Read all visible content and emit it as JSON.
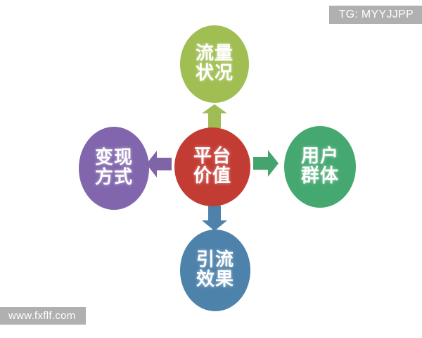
{
  "diagram": {
    "background_color": "#ffffff",
    "center": {
      "label_line1": "平台",
      "label_line2": "价值",
      "color": "#c33c34",
      "icon": "circle-node"
    },
    "nodes": [
      {
        "id": "top",
        "label_line1": "流量",
        "label_line2": "状况",
        "color": "#a0be52",
        "direction": "up"
      },
      {
        "id": "right",
        "label_line1": "用户",
        "label_line2": "群体",
        "color": "#45a871",
        "direction": "right"
      },
      {
        "id": "left",
        "label_line1": "变现",
        "label_line2": "方式",
        "color": "#8166ad",
        "direction": "left"
      },
      {
        "id": "bottom",
        "label_line1": "引流",
        "label_line2": "效果",
        "color": "#4d82ab",
        "direction": "down"
      }
    ],
    "arrows": [
      {
        "id": "arrow-up",
        "direction": "up",
        "color": "#9fbd54"
      },
      {
        "id": "arrow-right",
        "direction": "right",
        "color": "#45a46e"
      },
      {
        "id": "arrow-left",
        "direction": "left",
        "color": "#7f64a8"
      },
      {
        "id": "arrow-down",
        "direction": "down",
        "color": "#4f82ab"
      }
    ]
  },
  "watermarks": {
    "top_right": "TG: MYYJJPP",
    "bottom_left": "www.fxflf.com",
    "band_color": "#b0b0b0"
  }
}
